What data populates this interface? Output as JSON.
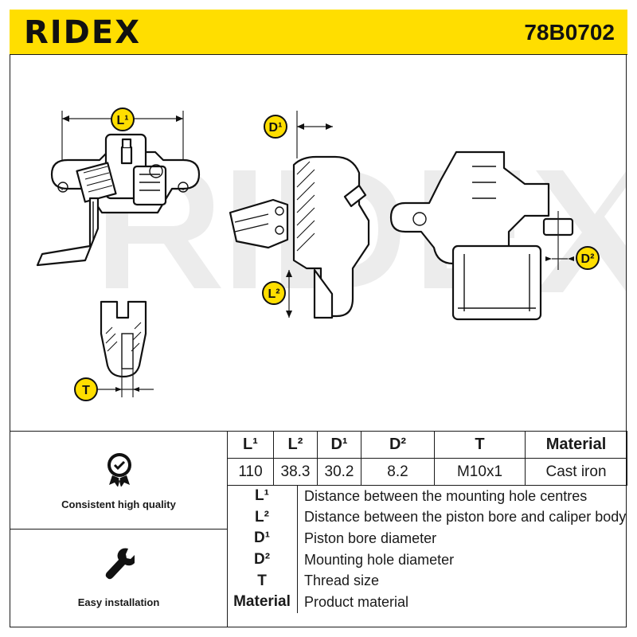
{
  "header": {
    "brand": "RIDEX",
    "part_number": "78B0702"
  },
  "dimension_labels": {
    "l1": "L¹",
    "l2": "L²",
    "d1": "D¹",
    "d2": "D²",
    "t": "T"
  },
  "features": [
    {
      "label": "Consistent high quality",
      "icon": "badge-check-icon"
    },
    {
      "label": "Easy installation",
      "icon": "wrench-icon"
    }
  ],
  "specs": {
    "headers": [
      "L¹",
      "L²",
      "D¹",
      "D²",
      "T",
      "Material"
    ],
    "values": [
      "110",
      "38.3",
      "30.2",
      "8.2",
      "M10x1",
      "Cast iron"
    ]
  },
  "legend": [
    {
      "symbol": "L¹",
      "description": "Distance between the mounting hole centres"
    },
    {
      "symbol": "L²",
      "description": "Distance between the piston bore and caliper body"
    },
    {
      "symbol": "D¹",
      "description": "Piston bore diameter"
    },
    {
      "symbol": "D²",
      "description": "Mounting hole diameter"
    },
    {
      "symbol": "T",
      "description": "Thread size"
    },
    {
      "symbol": "Material",
      "description": "Product material"
    }
  ],
  "colors": {
    "accent": "#FFDE00",
    "line": "#1a1a1a",
    "watermark": "#e9e9e9"
  }
}
